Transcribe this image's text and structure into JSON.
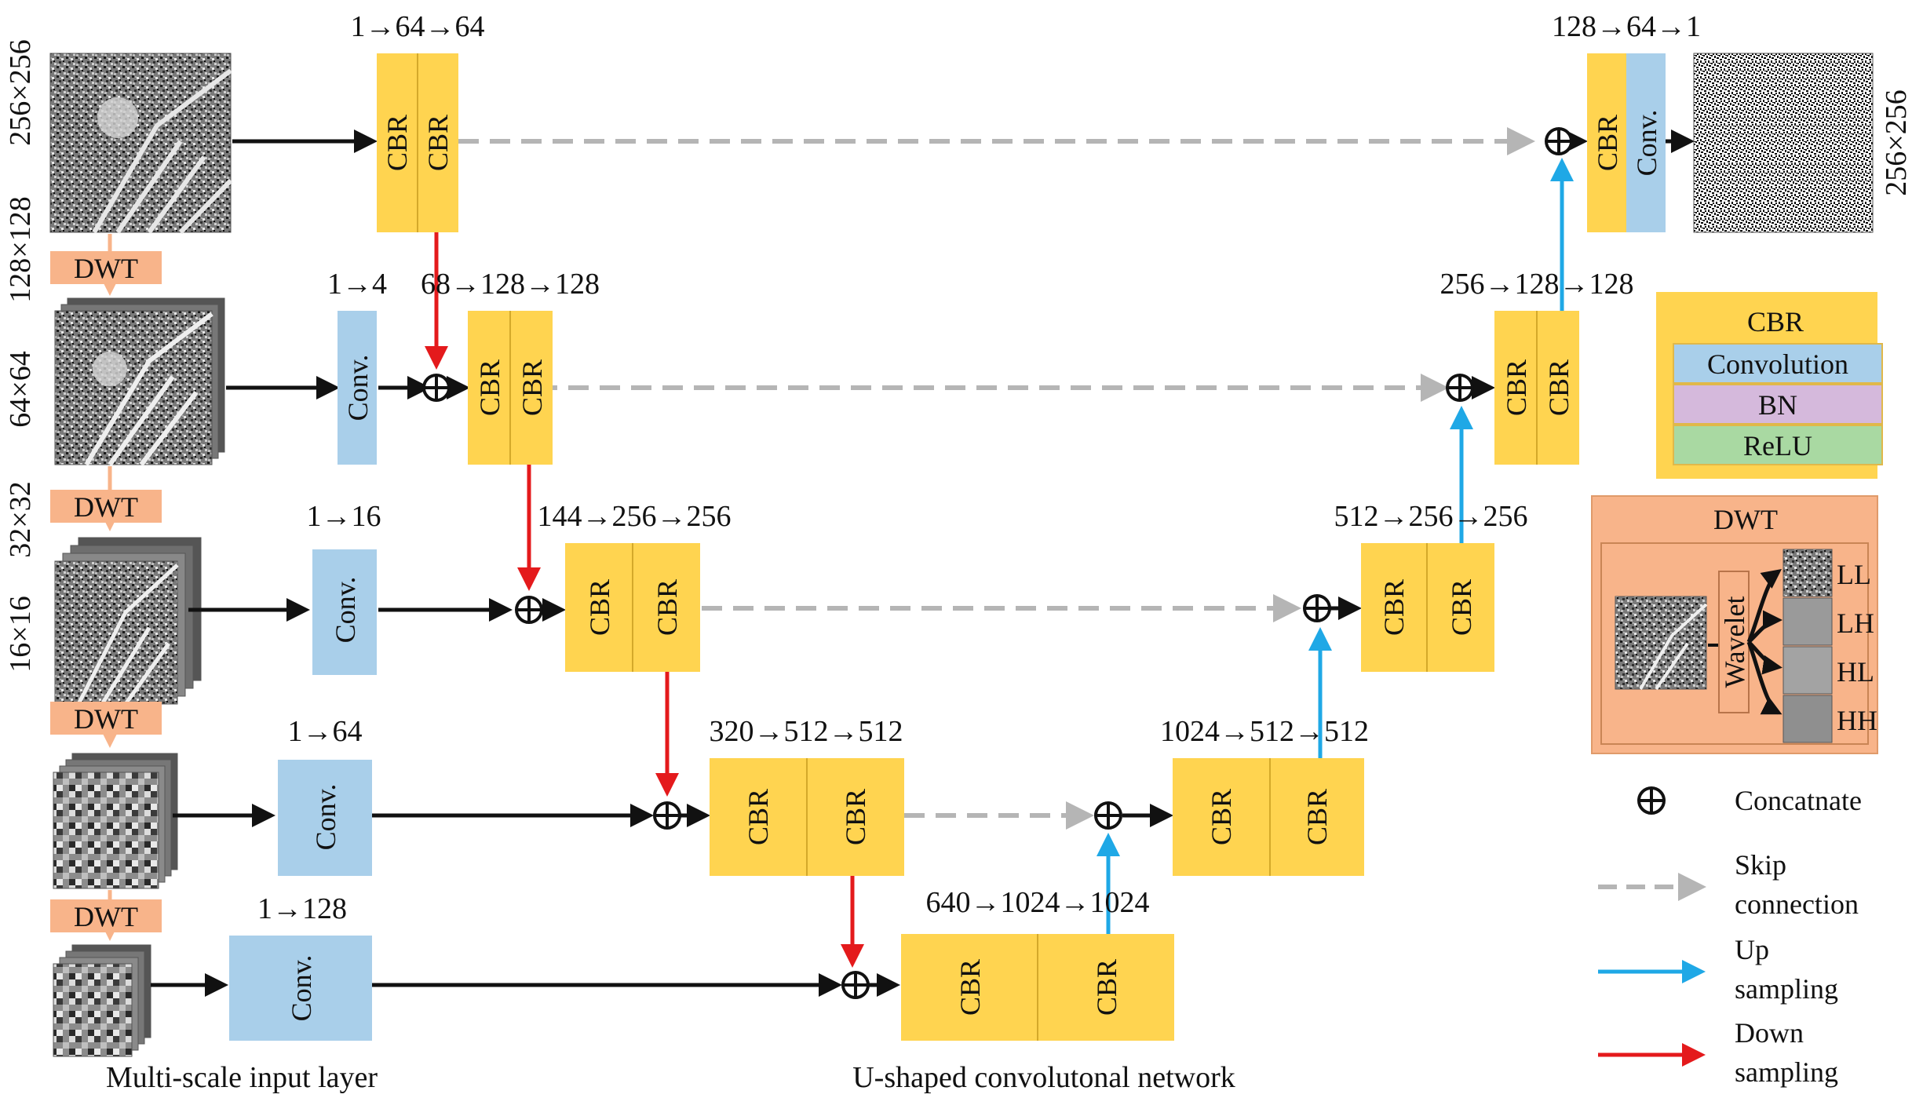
{
  "captions": {
    "input_layer": "Multi-scale input layer",
    "unet": "U-shaped convolutonal network"
  },
  "scales": [
    "256×256",
    "128×128",
    "64×64",
    "32×32",
    "16×16"
  ],
  "output_scale": "256×256",
  "dwt_label": "DWT",
  "block_labels": {
    "cbr": "CBR",
    "conv": "Conv."
  },
  "channels": {
    "enc0": "1→64→64",
    "in1": "1→4",
    "enc1": "68→128→128",
    "in2": "1→16",
    "enc2": "144→256→256",
    "in3": "1→64",
    "enc3": "320→512→512",
    "in4": "1→128",
    "bottleneck": "640→1024→1024",
    "dec3": "1024→512→512",
    "dec2": "512→256→256",
    "dec1": "256→128→128",
    "out": "128→64→1"
  },
  "legend": {
    "cbr_title": "CBR",
    "cbr_layers": [
      "Convolution",
      "BN",
      "ReLU"
    ],
    "dwt_title": "DWT",
    "wavelet": "Wavelet",
    "subbands": [
      "LL",
      "LH",
      "HL",
      "HH"
    ],
    "concat": "Concatnate",
    "skip": [
      "Skip",
      "connection"
    ],
    "up": [
      "Up",
      "sampling"
    ],
    "down": [
      "Down",
      "sampling"
    ]
  },
  "colors": {
    "cbr_fill": "#FFD450",
    "conv_fill": "#A9CFEA",
    "dwt_fill": "#F8B48A",
    "bn_fill": "#D5B9DC",
    "relu_fill": "#A9D9A2",
    "down_arrow": "#E41A1C",
    "up_arrow": "#1FA8E6",
    "skip_arrow": "#B5B5B5"
  }
}
